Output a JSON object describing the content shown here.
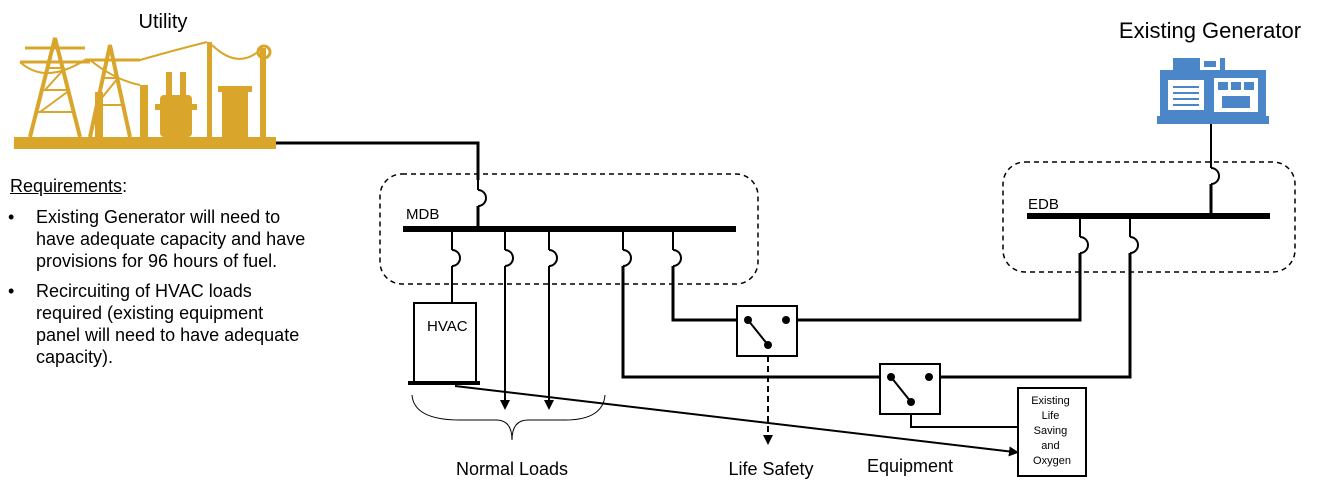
{
  "labels": {
    "utility": "Utility",
    "existing_generator": "Existing Generator",
    "mdb": "MDB",
    "edb": "EDB",
    "hvac": "HVAC",
    "normal_loads": "Normal Loads",
    "life_safety": "Life Safety",
    "equipment": "Equipment",
    "life_saving_box": [
      "Existing",
      "Life",
      "Saving",
      "and",
      "Oxygen"
    ]
  },
  "requirements": {
    "title": "Requirements",
    "title_suffix": ":",
    "items": [
      "Existing Generator will need to have adequate capacity and have provisions for 96 hours of fuel.",
      "Recircuiting of HVAC loads required (existing equipment panel will need to have adequate capacity)."
    ]
  },
  "colors": {
    "utility_gold": "#D9A52A",
    "generator_blue": "#4A86C8",
    "line": "#000000"
  }
}
